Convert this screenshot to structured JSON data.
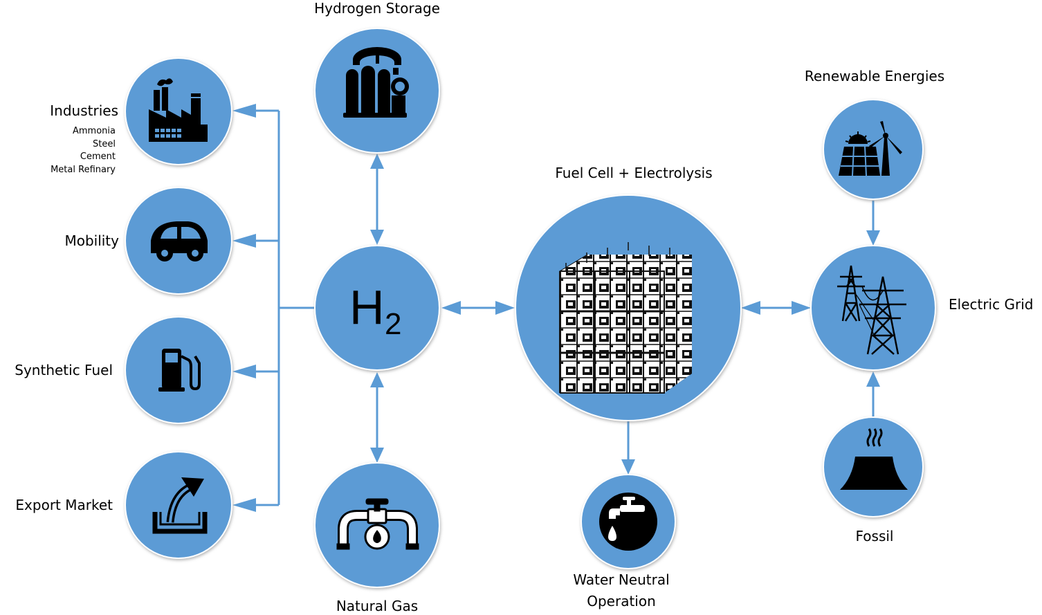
{
  "nodes": {
    "hydrogen_storage": {
      "label": "Hydrogen Storage",
      "icon": "gas-cylinders-icon"
    },
    "industries": {
      "label": "Industries",
      "subitems": [
        "Ammonia",
        "Steel",
        "Cement",
        "Metal Refinary"
      ],
      "icon": "factory-icon"
    },
    "mobility": {
      "label": "Mobility",
      "icon": "car-icon"
    },
    "synthetic_fuel": {
      "label": "Synthetic Fuel",
      "icon": "fuel-pump-icon"
    },
    "export_market": {
      "label": "Export Market",
      "icon": "export-arrow-icon"
    },
    "h2": {
      "label_main": "H",
      "label_sub": "2"
    },
    "natural_gas": {
      "label": "Natural Gas",
      "icon": "gas-pipe-valve-icon"
    },
    "fuel_cell": {
      "label": "Fuel Cell + Electrolysis",
      "icon": "fuel-cell-stack-icon"
    },
    "water": {
      "label_line1": "Water Neutral",
      "label_line2": "Operation",
      "icon": "water-tap-icon"
    },
    "renewables": {
      "label": "Renewable Energies",
      "icon": "solar-wind-icon"
    },
    "grid": {
      "label": "Electric Grid",
      "icon": "transmission-tower-icon"
    },
    "fossil": {
      "label": "Fossil",
      "icon": "cooling-tower-icon"
    }
  },
  "colors": {
    "node_fill": "#5b9bd5",
    "node_stroke": "#ffffff",
    "arrow": "#5b9bd5",
    "icon": "#000000"
  }
}
